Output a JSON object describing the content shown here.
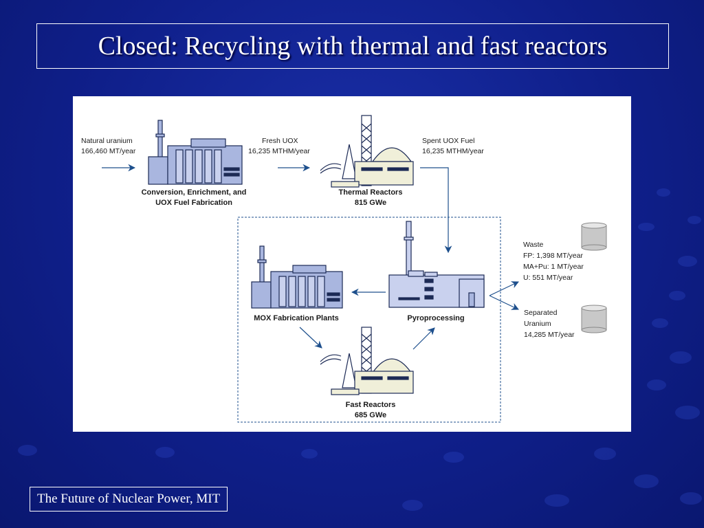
{
  "slide": {
    "title": "Closed:  Recycling with thermal and fast reactors",
    "footer": "The Future of Nuclear Power, MIT"
  },
  "diagram": {
    "natural_uranium": {
      "line1": "Natural  uranium",
      "line2": "166,460 MT/year"
    },
    "fresh_uox": {
      "line1": "Fresh UOX",
      "line2": "16,235 MTHM/year"
    },
    "spent_uox": {
      "line1": "Spent UOX Fuel",
      "line2": "16,235 MTHM/year"
    },
    "conversion": {
      "line1": "Conversion, Enrichment, and",
      "line2": "UOX Fuel Fabrication"
    },
    "thermal": {
      "line1": "Thermal Reactors",
      "line2": "815 GWe"
    },
    "mox": {
      "line1": "MOX Fabrication Plants"
    },
    "pyro": {
      "line1": "Pyroprocessing"
    },
    "fast": {
      "line1": "Fast Reactors",
      "line2": "685 GWe"
    },
    "waste": {
      "line1": "Waste",
      "line2": "FP: 1,398 MT/year",
      "line3": "MA+Pu: 1 MT/year",
      "line4": "U: 551 MT/year"
    },
    "separated": {
      "line1": "Separated",
      "line2": "Uranium",
      "line3": "14,285 MT/year"
    },
    "colors": {
      "facility_fill": "#a9b6df",
      "facility_stroke": "#1c2a55",
      "reactor_dome": "#f0efd9",
      "arrow": "#1d4f8c"
    }
  }
}
